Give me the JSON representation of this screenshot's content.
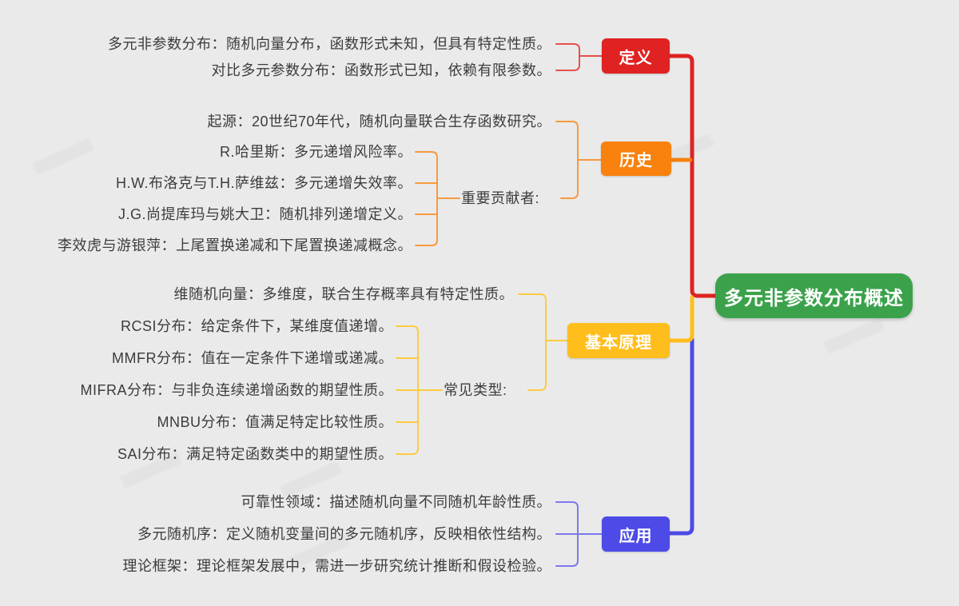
{
  "canvas": {
    "background": "#eaeaea"
  },
  "root": {
    "label": "多元非参数分布概述",
    "color": "#3ba24b"
  },
  "colors": {
    "definition": "#e02222",
    "history": "#f8820d",
    "principles": "#ffbe1c",
    "application": "#4d4ae8",
    "definition_line": "#e4504f",
    "history_line": "#f79a3e",
    "principles_line": "#fdca40",
    "application_line": "#7b79ed",
    "leaf_text": "#3c3c3c"
  },
  "branches": [
    {
      "id": "definition",
      "label": "定义",
      "color": "#e02222",
      "leaves": [
        "多元非参数分布：随机向量分布，函数形式未知，但具有特定性质。",
        "对比多元参数分布：函数形式已知，依赖有限参数。"
      ]
    },
    {
      "id": "history",
      "label": "历史",
      "color": "#f8820d",
      "leaves": [
        "起源：20世纪70年代，随机向量联合生存函数研究。"
      ],
      "sub_label": "重要贡献者:",
      "sub_leaves": [
        "R.哈里斯：多元递增风险率。",
        "H.W.布洛克与T.H.萨维兹：多元递增失效率。",
        "J.G.尚提库玛与姚大卫：随机排列递增定义。",
        "李效虎与游银萍：上尾置换递减和下尾置换递减概念。"
      ]
    },
    {
      "id": "principles",
      "label": "基本原理",
      "color": "#ffbe1c",
      "leaves": [
        "维随机向量：多维度，联合生存概率具有特定性质。"
      ],
      "sub_label": "常见类型:",
      "sub_leaves": [
        "RCSI分布：给定条件下，某维度值递增。",
        "MMFR分布：值在一定条件下递增或递减。",
        "MIFRA分布：与非负连续递增函数的期望性质。",
        "MNBU分布：值满足特定比较性质。",
        "SAI分布：满足特定函数类中的期望性质。"
      ]
    },
    {
      "id": "application",
      "label": "应用",
      "color": "#4d4ae8",
      "leaves": [
        "可靠性领域：描述随机向量不同随机年龄性质。",
        "多元随机序：定义随机变量间的多元随机序，反映相依性结构。",
        "理论框架：理论框架发展中，需进一步研究统计推断和假设检验。"
      ]
    }
  ]
}
